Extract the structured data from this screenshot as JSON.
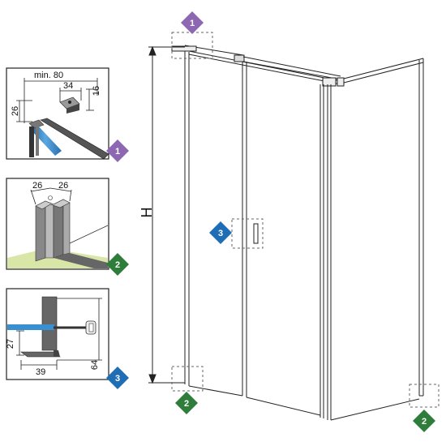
{
  "callouts": {
    "one": "1",
    "two": "2",
    "three": "3"
  },
  "door": {
    "height_label": "H"
  },
  "detail_1": {
    "min_width": "min. 80",
    "w34": "34",
    "h16": "16",
    "h26": "26"
  },
  "detail_2": {
    "a26": "26",
    "b26": "26"
  },
  "detail_3": {
    "h27": "27",
    "w39": "39",
    "h64": "64"
  },
  "colors": {
    "badge_1": "#8e67b3",
    "badge_2": "#2e7d3a",
    "badge_3": "#1f6db5",
    "glass": "#3a8fd0",
    "floor": "#d8e6a8"
  }
}
